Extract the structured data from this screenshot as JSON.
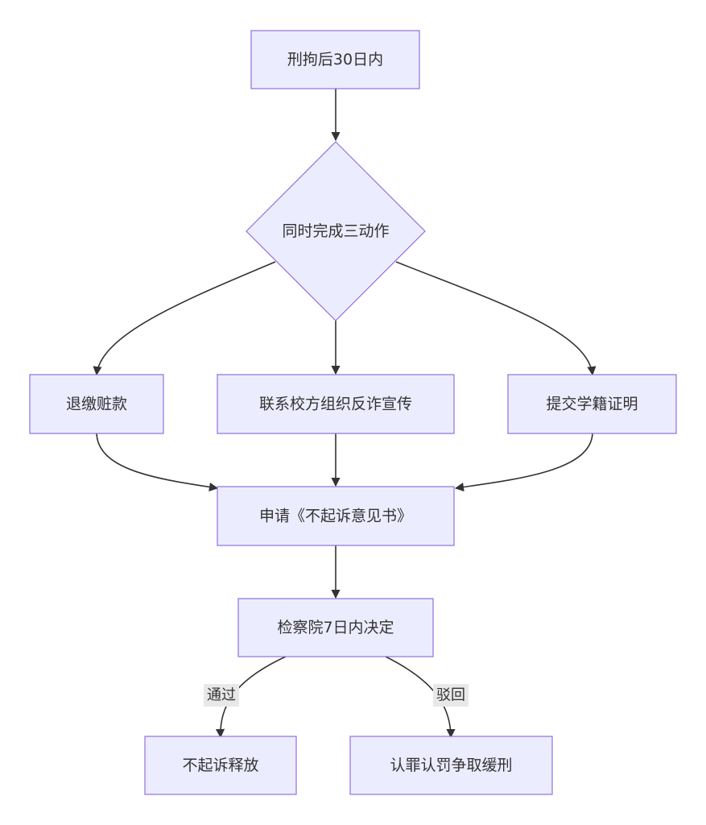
{
  "diagram": {
    "type": "flowchart",
    "colors": {
      "node_fill": "#ececff",
      "node_border": "#9370db",
      "edge": "#333333",
      "text": "#333333",
      "edge_label_bg": "#e8e8e8"
    },
    "nodes": {
      "start": "刑拘后30日内",
      "decision": "同时完成三动作",
      "refund": "退缴赃款",
      "school": "联系校方组织反诈宣传",
      "transcript": "提交学籍证明",
      "apply": "申请《不起诉意见书》",
      "procuratorate": "检察院7日内决定",
      "release": "不起诉释放",
      "plea": "认罪认罚争取缓刑"
    },
    "edge_labels": {
      "pass": "通过",
      "reject": "驳回"
    }
  }
}
